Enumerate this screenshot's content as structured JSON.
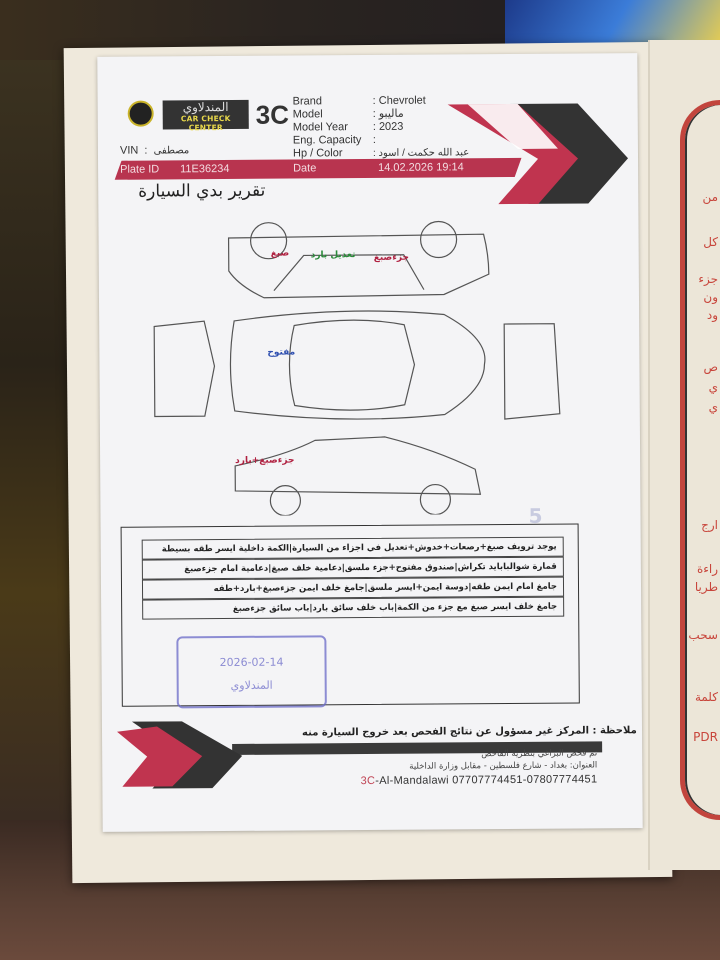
{
  "header": {
    "logo_arabic": "المندلاوي",
    "logo_english": "CAR CHECK CENTER",
    "logo_mark": "3C",
    "fields": [
      {
        "label": "Brand",
        "value": "Chevrolet"
      },
      {
        "label": "Model",
        "value": "ماليبو"
      },
      {
        "label": "Model Year",
        "value": "2023"
      },
      {
        "label": "Eng. Capacity",
        "value": ""
      },
      {
        "label": "Hp / Color",
        "value": "عبد الله حكمت / اسود"
      }
    ],
    "vin_label": "VIN",
    "vin_value": "مصطفى",
    "plate_label": "Plate ID",
    "plate_value": "11E36234",
    "date_label": "Date",
    "date_value": "14.02.2026 19:14"
  },
  "report_title": "تقرير بدي السيارة",
  "diagram_marks": {
    "top_left": "صبغ",
    "top_mid": "تعديل بارد",
    "top_right": "جزءصبغ",
    "roof": "مفتوح",
    "side": "جزءصبغ+بارد",
    "page_num": "5"
  },
  "findings": [
    "يوجد ترويف صبغ+رصعات+خدوش+تعديل في اجزاء من السيارة|الكمة داخلية ايسر طقه بسيطة",
    "قمارة شوالبابايد تكراش|صندوق مفتوح+جزء ملسق|دعامية خلف صبغ|دعامية امام جزءصبغ",
    "جامغ امام ايمن طقه|دوسة ايمن+ايسر ملسق|جامغ خلف ايمن جزءصبغ+بارد+طقه",
    "جامغ خلف ايسر صبغ مع جزء من الكمة|باب خلف سائق بارد|باب سائق جزءصبغ"
  ],
  "stamp": {
    "date": "2026-02-14",
    "name": "المندلاوي"
  },
  "note": "ملاحظة : المركز غير مسؤول عن نتائج الفحص بعد خروج السيارة منه",
  "footer": {
    "line1": "تم فحص البراغي بنظريه الفاحص",
    "address": "العنوان: بغداد - شارع فلسطين - مقابل وزارة الداخلية",
    "brand": "3C",
    "contact": "-Al-Mandalawi 07707774451-07807774451"
  },
  "booklet_lines": [
    "من",
    "كل",
    "جزء",
    "ون",
    "ود",
    "ص",
    "ي",
    "ي",
    "ارج",
    "راءة",
    "طريا",
    "سحب",
    "كلمة",
    "PDR"
  ],
  "colors": {
    "accent_red": "#b8344f",
    "dark": "#333333",
    "stamp_blue": "#6a6ac8"
  }
}
